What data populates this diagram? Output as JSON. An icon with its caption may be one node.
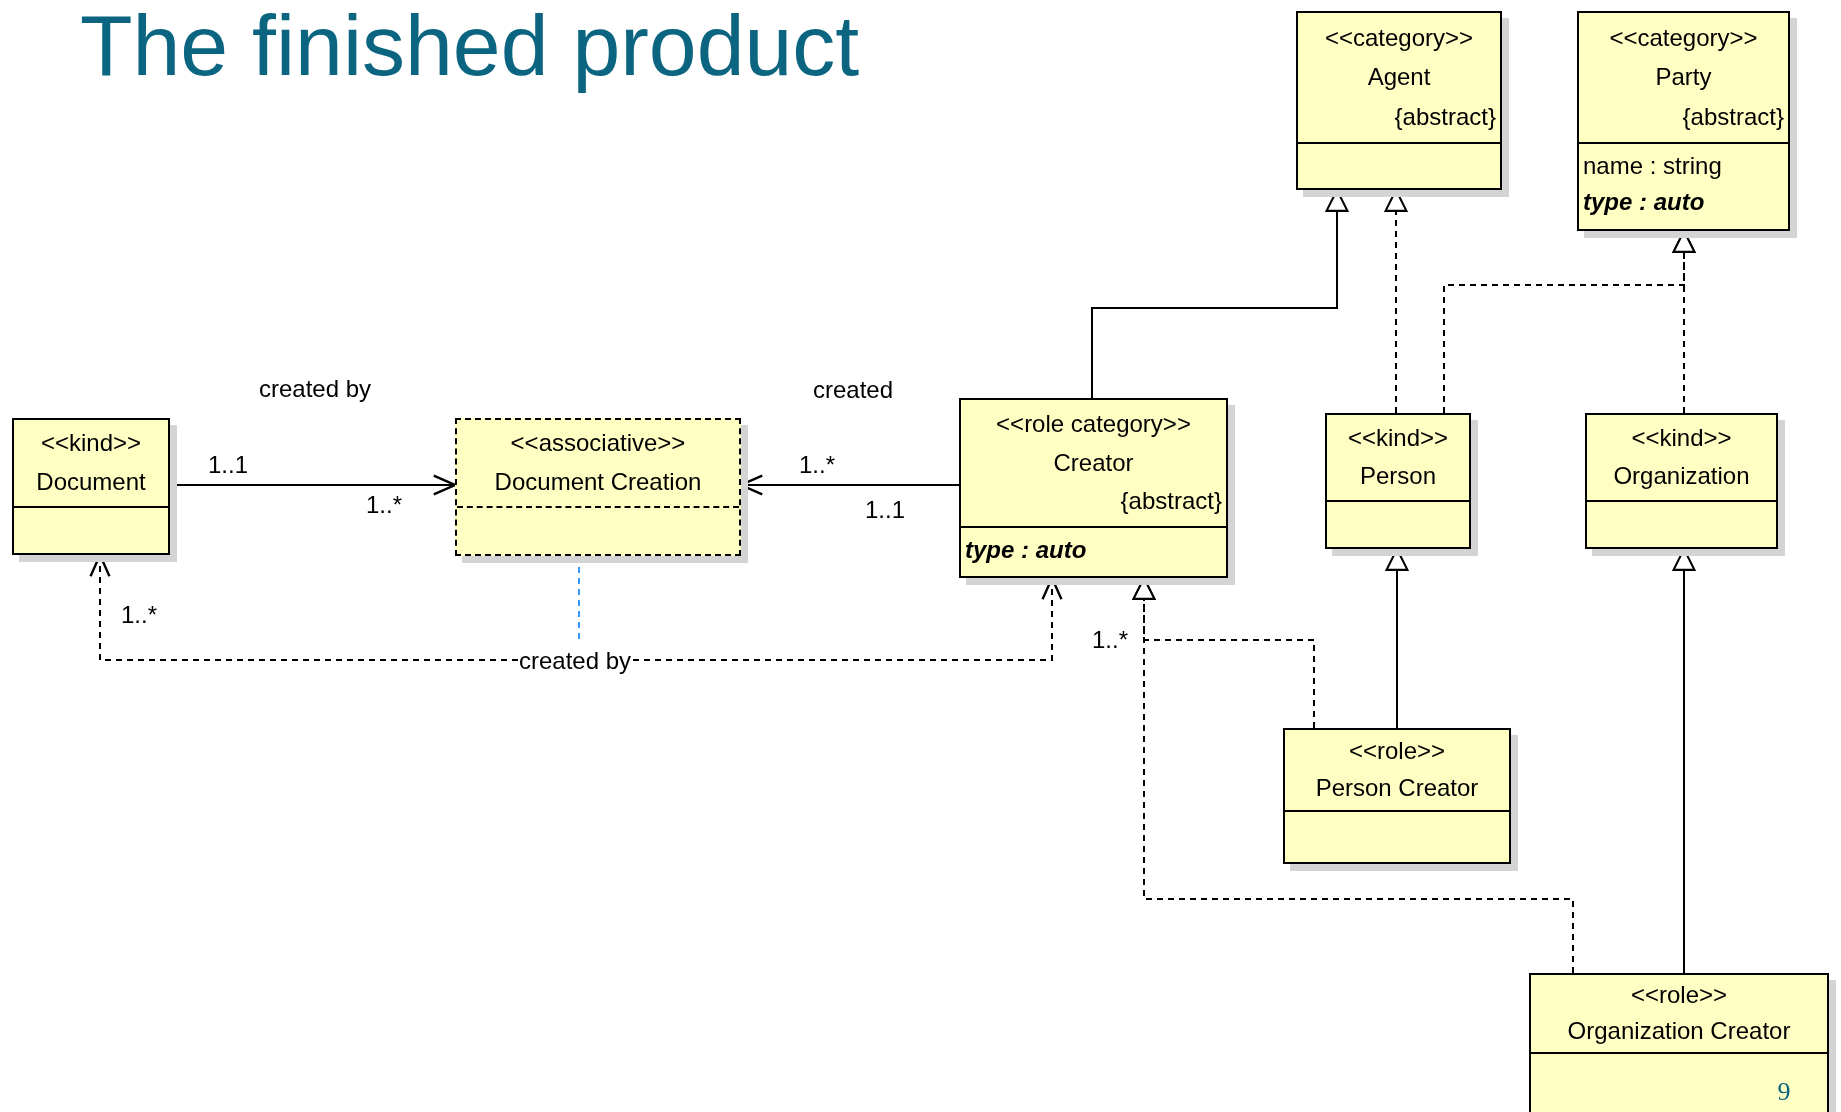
{
  "diagram": {
    "title": "The finished product",
    "nodes": [
      {
        "text": [
          "<<kind>>",
          "Document"
        ]
      },
      {
        "text": [
          "<<associative>>",
          "Document Creation"
        ]
      },
      {
        "text": [
          "<<role category>>",
          "Creator",
          "{abstract}",
          "type : auto"
        ]
      },
      {
        "text": [
          "<<category>>",
          "Agent",
          "{abstract}"
        ]
      },
      {
        "text": [
          "<<category>>",
          "Party",
          "{abstract}",
          "name : string",
          "type : auto"
        ]
      },
      {
        "text": [
          "<<kind>>",
          "Person"
        ]
      },
      {
        "text": [
          "<<kind>>",
          "Organization"
        ]
      },
      {
        "text": [
          "<<role>>",
          "Person Creator"
        ]
      },
      {
        "text": [
          "<<role>>",
          "Organization Creator"
        ]
      }
    ],
    "edges": [
      {
        "from": 0,
        "to": 1,
        "arrow": "to",
        "label": "created by"
      },
      {
        "from": 2,
        "to": 1,
        "arrow": "to",
        "label": "created"
      },
      {
        "from": 0,
        "to": 2,
        "arrow": "both",
        "label": "created by",
        "style": "dashed"
      },
      {
        "from": 1,
        "to": null,
        "arrow": "none",
        "style": "dashed",
        "color": "#3399ff"
      },
      {
        "from": 2,
        "to": 3,
        "arrow": "to"
      },
      {
        "from": 5,
        "to": 3,
        "arrow": "to",
        "style": "dashed"
      },
      {
        "from": 5,
        "to": 4,
        "arrow": "to",
        "style": "dashed"
      },
      {
        "from": 6,
        "to": 4,
        "arrow": "to",
        "style": "dashed"
      },
      {
        "from": 7,
        "to": 5,
        "arrow": "to"
      },
      {
        "from": 7,
        "to": 2,
        "arrow": "to",
        "style": "dashed"
      },
      {
        "from": 8,
        "to": 2,
        "arrow": "to",
        "style": "dashed"
      },
      {
        "from": 8,
        "to": 6,
        "arrow": "to"
      }
    ],
    "labels": [
      "1..1",
      "1..*",
      "1..*",
      "1..1",
      "1..*",
      "1..*",
      "9"
    ]
  }
}
